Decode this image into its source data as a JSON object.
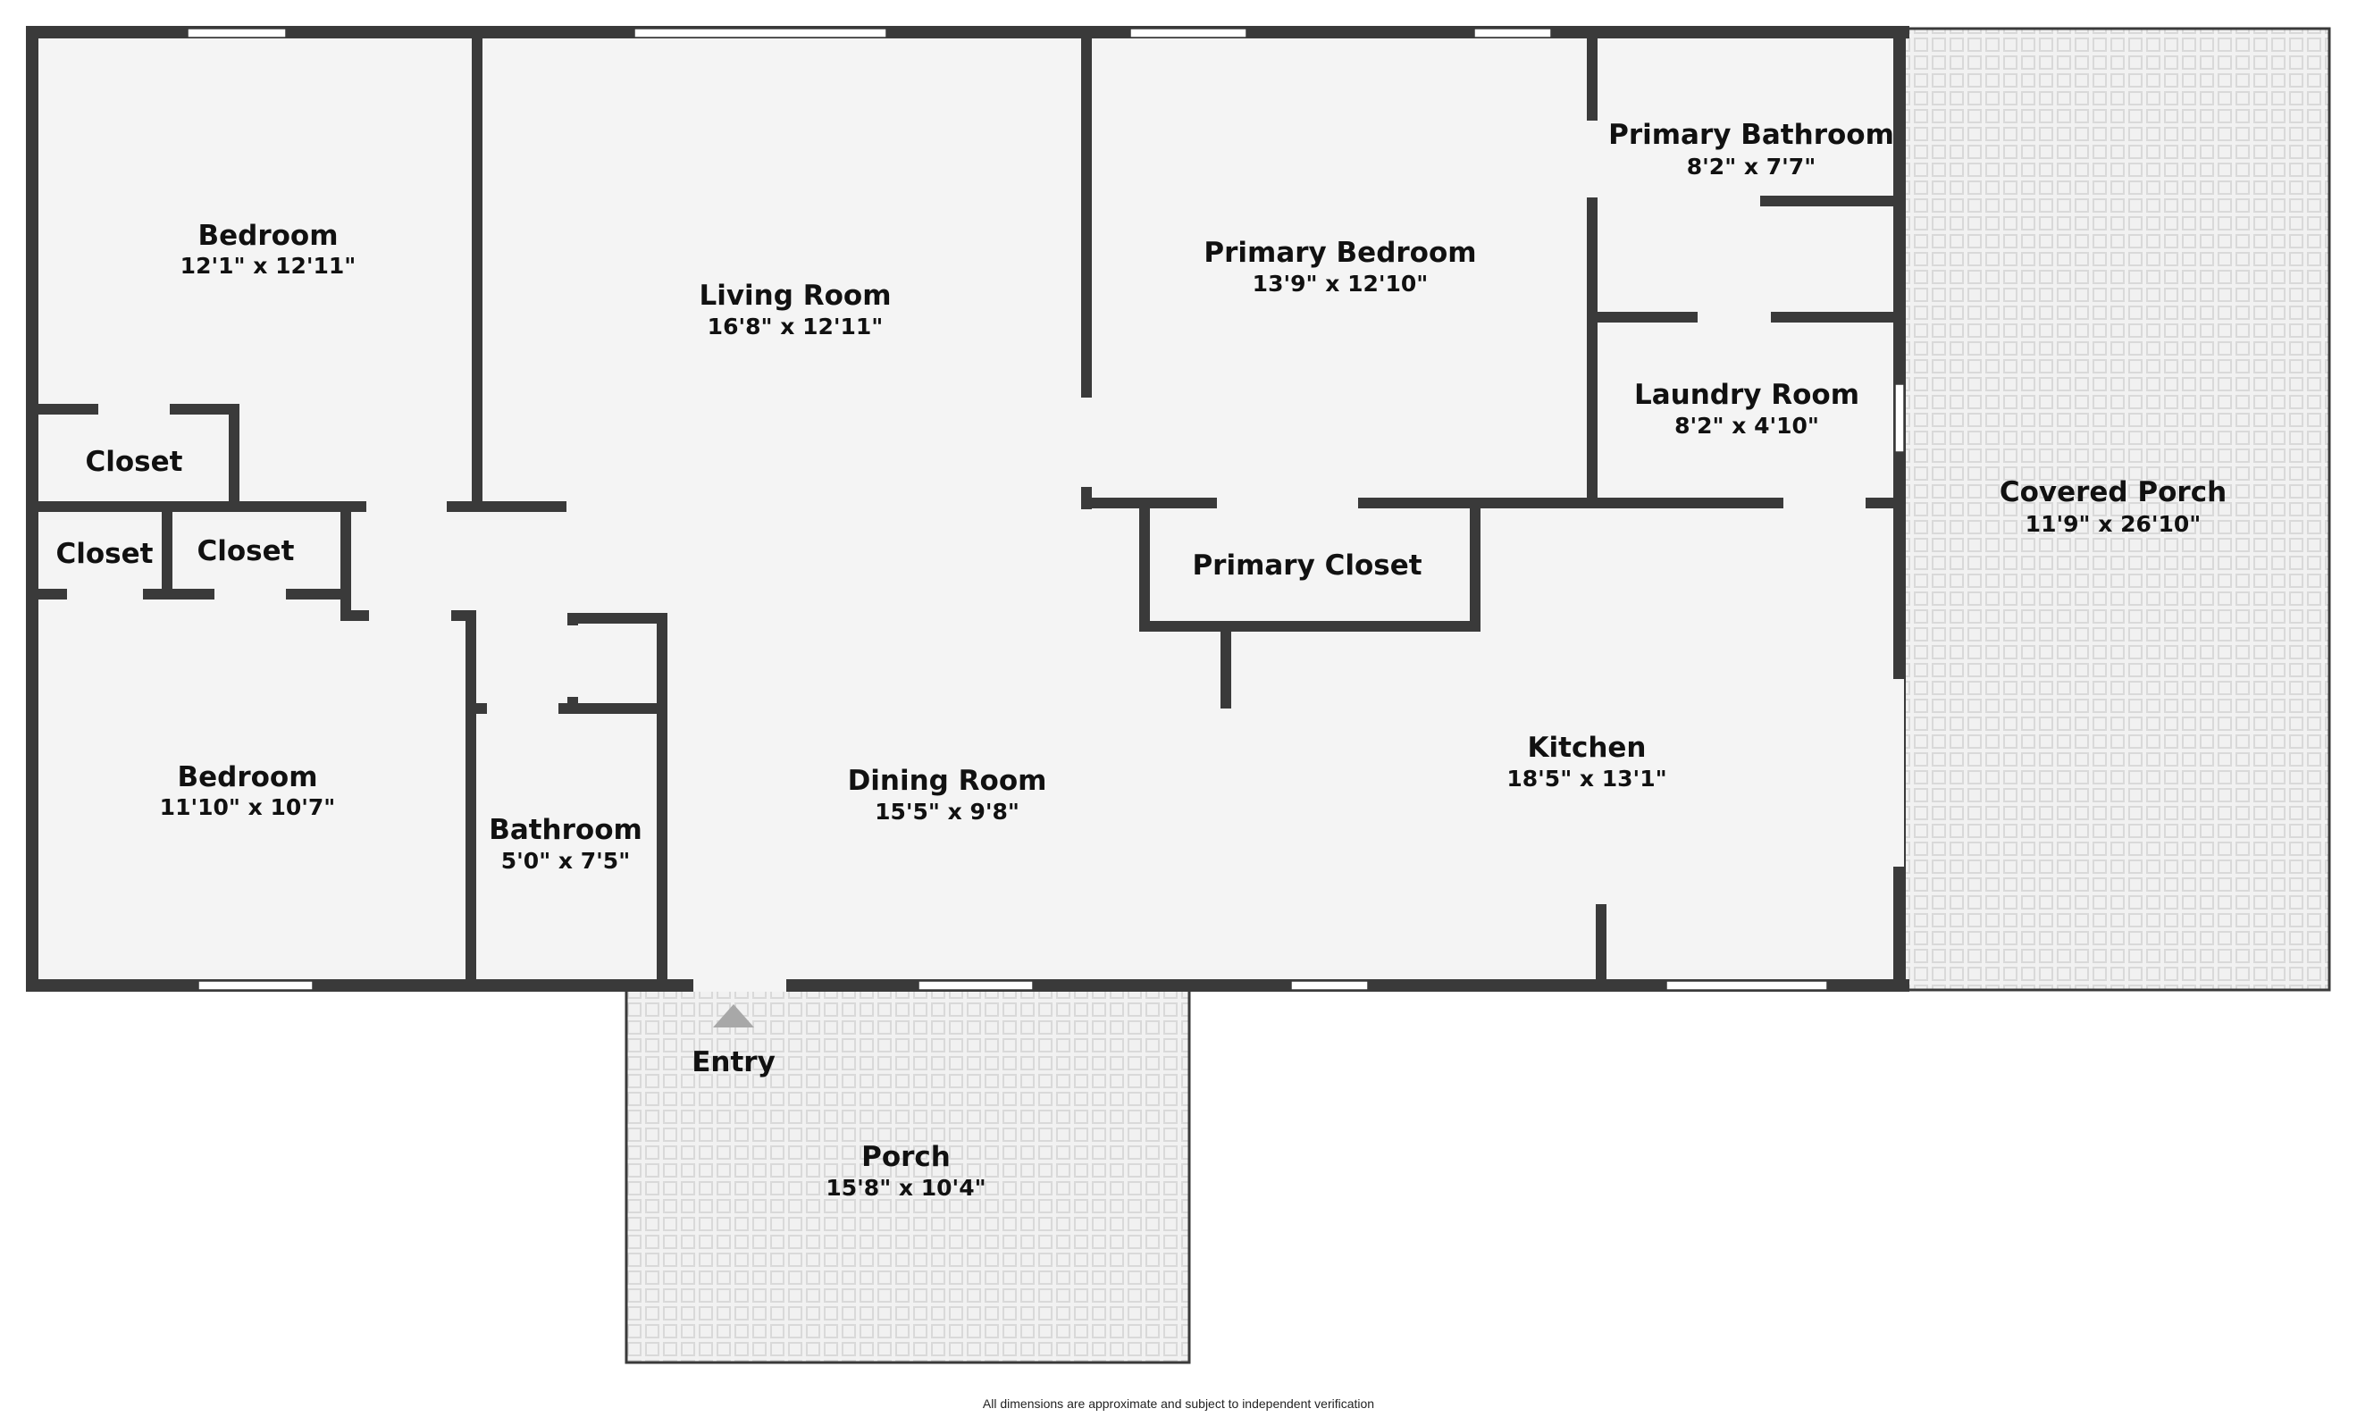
{
  "rooms": {
    "bedroom_top": {
      "name": "Bedroom",
      "dims": "12'1\" x 12'11\""
    },
    "closet_top": {
      "name": "Closet"
    },
    "closet_left": {
      "name": "Closet"
    },
    "closet_mid": {
      "name": "Closet"
    },
    "bedroom_bottom": {
      "name": "Bedroom",
      "dims": "11'10\" x 10'7\""
    },
    "living_room": {
      "name": "Living Room",
      "dims": "16'8\" x 12'11\""
    },
    "bathroom": {
      "name": "Bathroom",
      "dims": "5'0\" x 7'5\""
    },
    "dining_room": {
      "name": "Dining Room",
      "dims": "15'5\" x 9'8\""
    },
    "primary_bedroom": {
      "name": "Primary Bedroom",
      "dims": "13'9\" x 12'10\""
    },
    "primary_bathroom": {
      "name": "Primary Bathroom",
      "dims": "8'2\" x 7'7\""
    },
    "laundry_room": {
      "name": "Laundry Room",
      "dims": "8'2\" x 4'10\""
    },
    "primary_closet": {
      "name": "Primary Closet"
    },
    "kitchen": {
      "name": "Kitchen",
      "dims": "18'5\" x 13'1\""
    },
    "covered_porch": {
      "name": "Covered Porch",
      "dims": "11'9\" x 26'10\""
    },
    "porch": {
      "name": "Porch",
      "dims": "15'8\" x 10'4\""
    },
    "entry": {
      "name": "Entry"
    }
  },
  "footer": {
    "disclaimer": "All dimensions are approximate and subject to independent verification"
  },
  "colors": {
    "wall": "#3a3a3a",
    "floor": "#f4f4f4",
    "porch_floor": "#f1f1f1",
    "porch_grid": "#d9d9d9",
    "entry_marker": "#a8a8a8"
  }
}
